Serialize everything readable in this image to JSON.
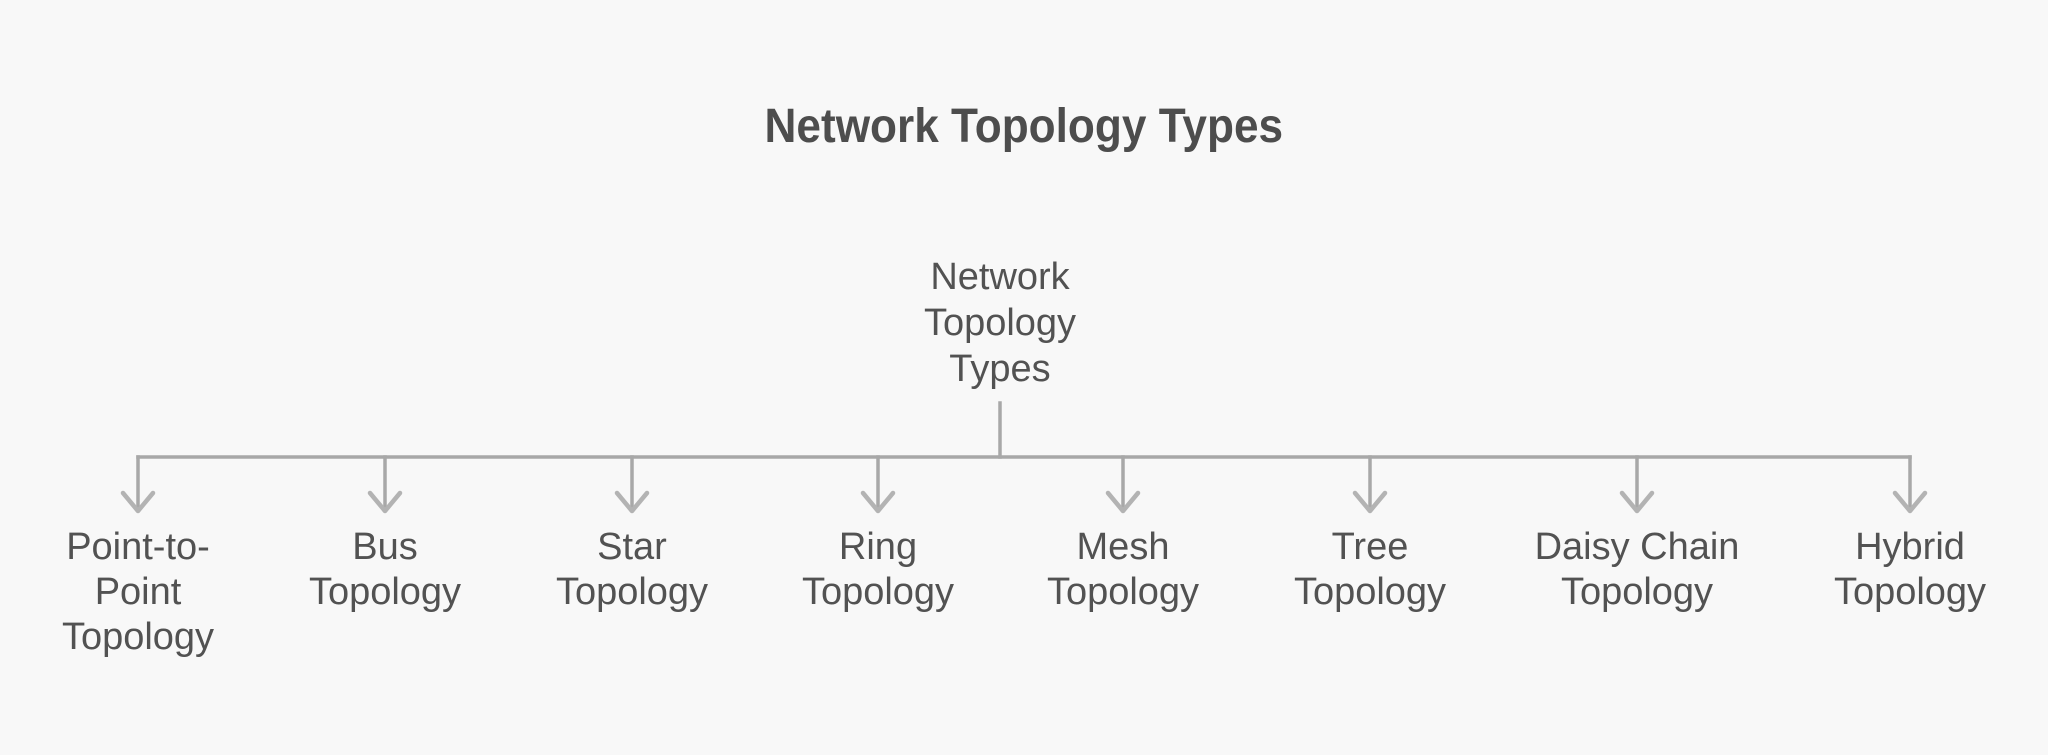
{
  "title": "Network Topology Types",
  "colors": {
    "background": "#f8f8f8",
    "title_text": "#4d4d4d",
    "node_text": "#525252",
    "connector_line": "#a8a8a8",
    "arrowhead": "#b3b3b3"
  },
  "diagram": {
    "root": {
      "label": "Network Topology Types",
      "lines": [
        "Network",
        "Topology",
        "Types"
      ]
    },
    "children": [
      {
        "label": "Point-to-Point Topology",
        "lines": [
          "Point-to-",
          "Point",
          "Topology"
        ]
      },
      {
        "label": "Bus Topology",
        "lines": [
          "Bus",
          "Topology"
        ]
      },
      {
        "label": "Star Topology",
        "lines": [
          "Star",
          "Topology"
        ]
      },
      {
        "label": "Ring Topology",
        "lines": [
          "Ring",
          "Topology"
        ]
      },
      {
        "label": "Mesh Topology",
        "lines": [
          "Mesh",
          "Topology"
        ]
      },
      {
        "label": "Tree Topology",
        "lines": [
          "Tree",
          "Topology"
        ]
      },
      {
        "label": "Daisy Chain Topology",
        "lines": [
          "Daisy Chain",
          "Topology"
        ]
      },
      {
        "label": "Hybrid Topology",
        "lines": [
          "Hybrid",
          "Topology"
        ]
      }
    ]
  }
}
